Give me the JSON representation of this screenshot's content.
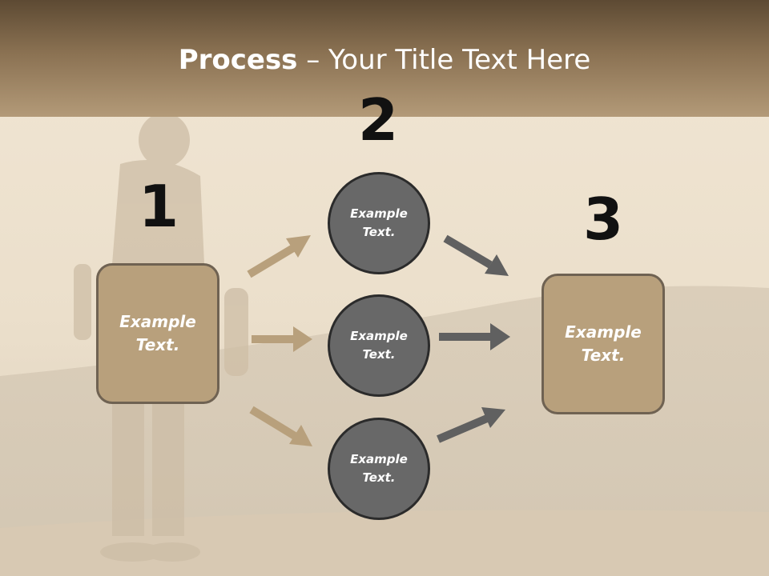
{
  "title": {
    "bold": "Process",
    "rest": " – Your Title Text Here"
  },
  "numbers": {
    "n1": "1",
    "n2": "2",
    "n3": "3"
  },
  "left_box": {
    "text": "Example Text."
  },
  "right_box": {
    "text": "Example Text."
  },
  "circles": [
    {
      "text": "Example Text."
    },
    {
      "text": "Example Text."
    },
    {
      "text": "Example Text."
    }
  ],
  "colors": {
    "tan": "#b8a07c",
    "circle_fill": "#686868",
    "arrow_tan": "#b8a07c",
    "arrow_gray": "#606060"
  }
}
